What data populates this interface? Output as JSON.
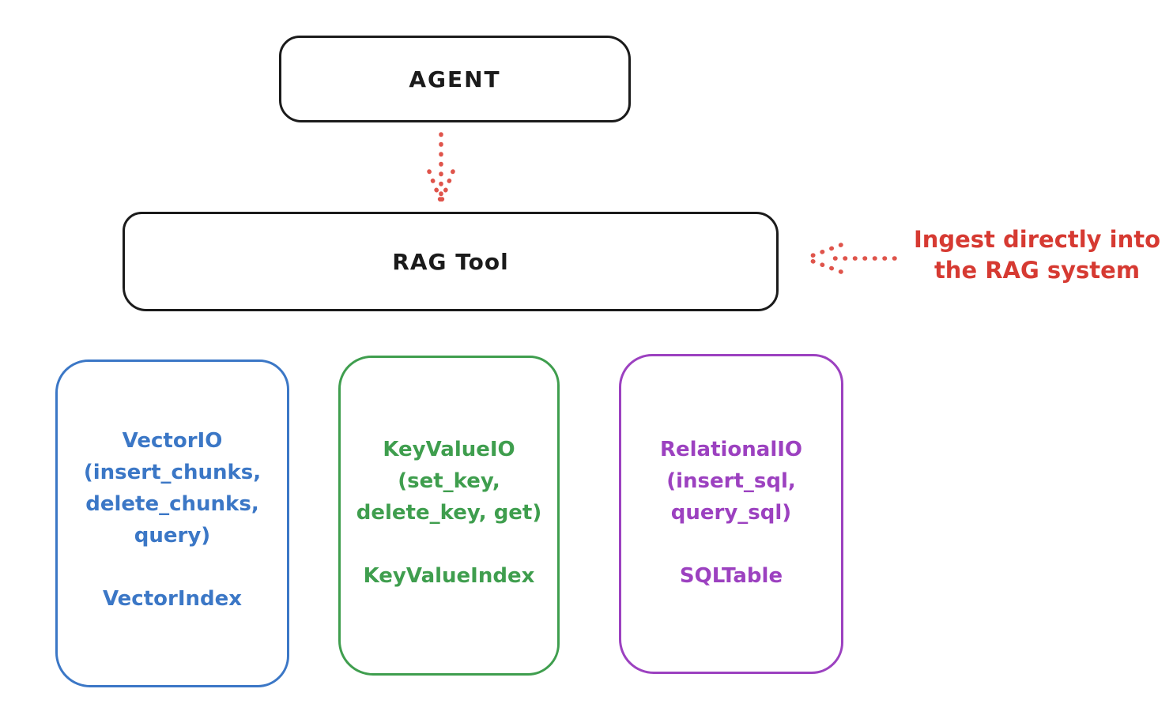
{
  "diagram": {
    "nodes": {
      "agent": {
        "label": "AGENT"
      },
      "rag_tool": {
        "label": "RAG Tool"
      }
    },
    "annotation": {
      "line1": "Ingest directly into",
      "line2": "the RAG system"
    },
    "backends": [
      {
        "name": "vector-io",
        "color": "#3b77c6",
        "lines": [
          "VectorIO",
          "(insert_chunks,",
          "delete_chunks,",
          "query)"
        ],
        "index_label": "VectorIndex"
      },
      {
        "name": "keyvalue-io",
        "color": "#3f9e4e",
        "lines": [
          "KeyValueIO",
          "(set_key,",
          "delete_key, get)"
        ],
        "index_label": "KeyValueIndex"
      },
      {
        "name": "relational-io",
        "color": "#9c41c0",
        "lines": [
          "RelationalIO",
          "(insert_sql,",
          "query_sql)"
        ],
        "index_label": "SQLTable"
      }
    ],
    "colors": {
      "node_stroke": "#1b1b1b",
      "arrow_red": "#df544b",
      "annotation_red": "#d63a32",
      "background": "#ffffff"
    }
  }
}
